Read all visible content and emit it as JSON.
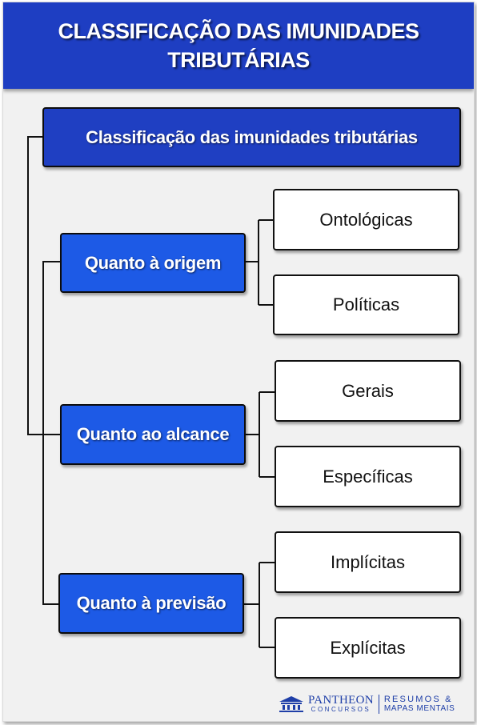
{
  "header": {
    "title_line1": "CLASSIFICAÇÃO DAS IMUNIDADES",
    "title_line2": "TRIBUTÁRIAS"
  },
  "diagram": {
    "root": "Classificação das imunidades tributárias",
    "groups": [
      {
        "label": "Quanto à origem",
        "items": [
          "Ontológicas",
          "Políticas"
        ]
      },
      {
        "label": "Quanto ao alcance",
        "items": [
          "Gerais",
          "Específicas"
        ]
      },
      {
        "label": "Quanto à previsão",
        "items": [
          "Implícitas",
          "Explícitas"
        ]
      }
    ]
  },
  "logo": {
    "name": "PANTHEON",
    "sub": "CONCURSOS",
    "right_line1": "RESUMOS &",
    "right_line2": "MAPAS MENTAIS"
  },
  "colors": {
    "header": "#1e3ec2",
    "root_box": "#1f3fc2",
    "group_box": "#1d5ae6",
    "leaf_box": "#ffffff"
  }
}
